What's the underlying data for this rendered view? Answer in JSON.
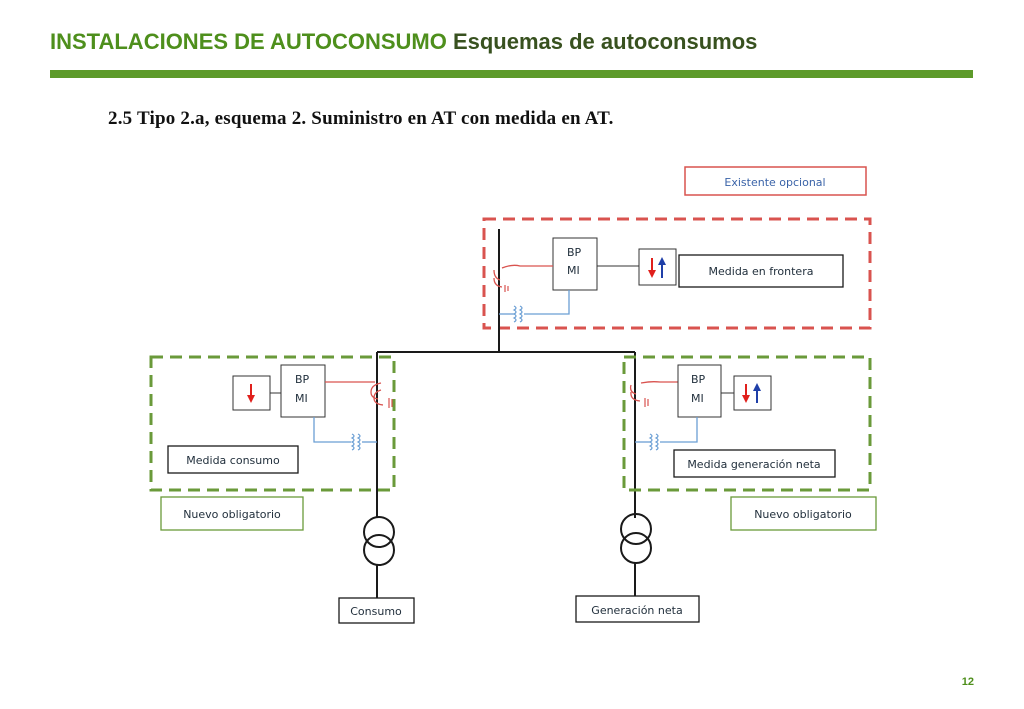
{
  "slide": {
    "title_bold": "INSTALACIONES DE AUTOCONSUMO",
    "title_rest": "Esquemas de autoconsumos",
    "page_number": "12"
  },
  "section": {
    "heading": "2.5  Tipo 2.a, esquema 2. Suministro en AT con medida en AT."
  },
  "diagram": {
    "legend_existing_optional": "Existente opcional",
    "frontier_measure": "Medida en frontera",
    "consumption_measure": "Medida consumo",
    "net_generation_measure": "Medida generación neta",
    "mandatory_left": "Nuevo obligatorio",
    "mandatory_right": "Nuevo obligatorio",
    "consumption_load": "Consumo",
    "net_generation": "Generación neta",
    "bp_label": "BP",
    "mi_label": "MI",
    "colors": {
      "optional_border": "#d9534f",
      "mandatory_border": "#6a9a3a",
      "signal_red": "#d9534f",
      "signal_blue": "#6b9fd4",
      "arrow_red": "#e0201c",
      "arrow_blue": "#1f3fa8"
    }
  }
}
